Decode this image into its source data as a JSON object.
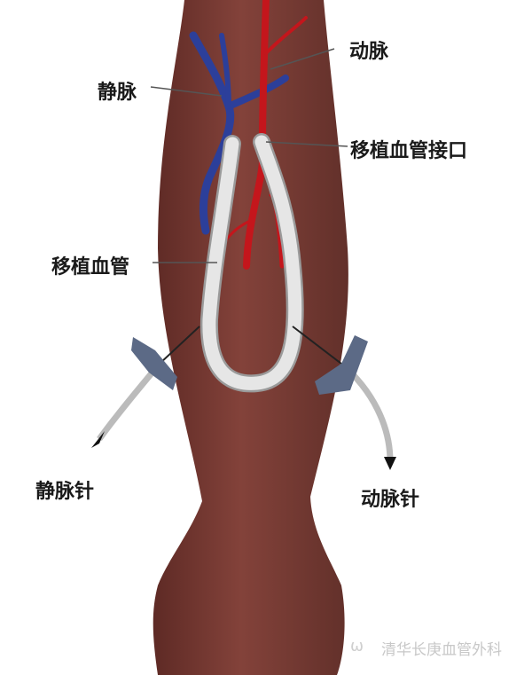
{
  "labels": {
    "artery": "动脉",
    "vein": "静脉",
    "graft_anastomosis": "移植血管接口",
    "graft": "移植血管",
    "venous_needle": "静脉针",
    "arterial_needle": "动脉针"
  },
  "watermark": {
    "icon": "wechat-icon",
    "text": "清华长庚血管外科"
  },
  "colors": {
    "skin": "#7b3b33",
    "artery": "#c4161c",
    "vein": "#2c3f9a",
    "graft": "#dcdcdc",
    "needle_wing": "#5c6a86"
  }
}
